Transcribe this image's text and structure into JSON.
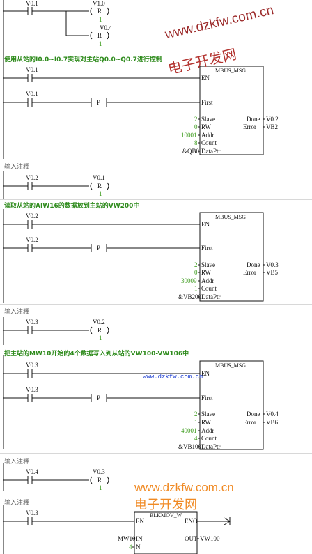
{
  "watermarks": {
    "site": "www.dzkfw.com.cn",
    "cn": "电子开发网",
    "site_small": "www.dzkfw.com.cn"
  },
  "notes": {
    "n1": "使用从站的I0.0~I0.7实现对主站Q0.0~Q0.7进行控制",
    "n2": "读取从站的AIW16的数据放到主站的VW200中",
    "n3": "把主站的MW10开始的4个数据写入到从站的VW100-VW106中",
    "input_comment": "输入注释"
  },
  "rung_top": {
    "contact": "V0.1",
    "coil1": "V1.0",
    "coil1_type": "R",
    "coil1_n": "1",
    "coil2": "V0.4",
    "coil2_type": "R",
    "coil2_n": "1"
  },
  "block_common": {
    "name": "MBUS_MSG",
    "en": "EN",
    "first": "First",
    "slave": "Slave",
    "rw": "RW",
    "addr": "Addr",
    "count": "Count",
    "dataptr": "DataPtr",
    "done": "Done",
    "error": "Error",
    "p": "P"
  },
  "rung1": {
    "contact_en": "V0.1",
    "contact_first": "V0.1",
    "slave": "2",
    "rw": "0",
    "addr": "10001",
    "count": "8",
    "dataptr": "&QB0",
    "done": "V0.2",
    "error": "VB2"
  },
  "reset1": {
    "contact": "V0.2",
    "coil": "V0.1",
    "type": "R",
    "n": "1"
  },
  "rung2": {
    "contact_en": "V0.2",
    "contact_first": "V0.2",
    "slave": "2",
    "rw": "0",
    "addr": "30009",
    "count": "1",
    "dataptr": "&VB200",
    "done": "V0.3",
    "error": "VB5"
  },
  "reset2": {
    "contact": "V0.3",
    "coil": "V0.2",
    "type": "R",
    "n": "1"
  },
  "rung3": {
    "contact_en": "V0.3",
    "contact_first": "V0.3",
    "slave": "2",
    "rw": "1",
    "addr": "40001",
    "count": "4",
    "dataptr": "&VB100",
    "done": "V0.4",
    "error": "VB6"
  },
  "reset3": {
    "contact": "V0.4",
    "coil": "V0.3",
    "type": "R",
    "n": "1"
  },
  "rung4": {
    "contact": "V0.3",
    "block": "BLKMOV_W",
    "en": "EN",
    "eno": "ENO",
    "in_label": "IN",
    "out_label": "OUT",
    "n_label": "N",
    "in": "MW10",
    "out": "VW100",
    "n": "4"
  }
}
